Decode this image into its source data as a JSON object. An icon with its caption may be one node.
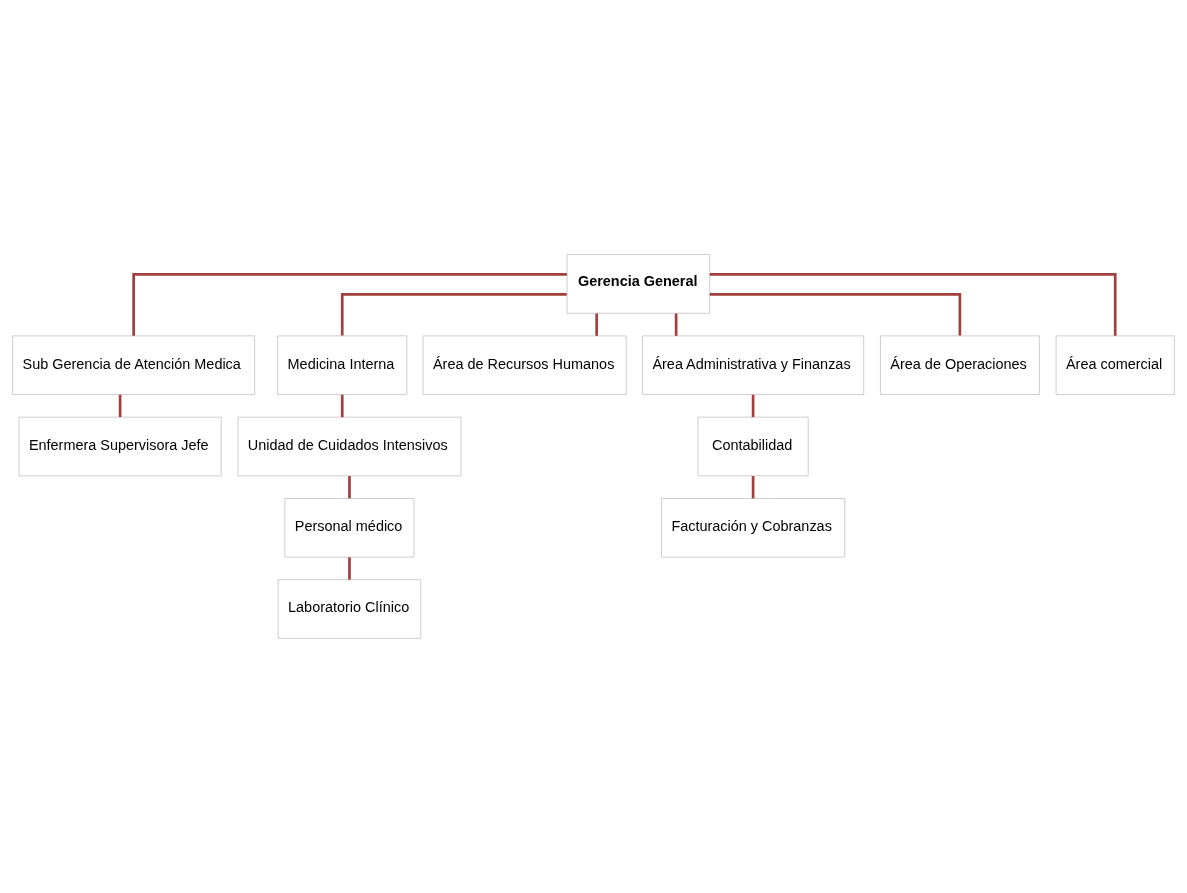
{
  "diagram": {
    "nodes": [
      {
        "text": [
          "Gerencia General"
        ]
      },
      {
        "text": [
          "Sub Gerencia de Atención Medica"
        ]
      },
      {
        "text": [
          "Enfermera Supervisora Jefe"
        ]
      },
      {
        "text": [
          "Medicina Interna"
        ]
      },
      {
        "text": [
          "Área de Recursos Humanos"
        ]
      },
      {
        "text": [
          "Área Administrativa y Finanzas"
        ]
      },
      {
        "text": [
          "Área de Operaciones"
        ]
      },
      {
        "text": [
          "Área comercial"
        ]
      },
      {
        "text": [
          "Unidad de Cuidados Intensivos"
        ]
      },
      {
        "text": [
          "Personal médico"
        ]
      },
      {
        "text": [
          "Laboratorio Clínico"
        ]
      },
      {
        "text": [
          "Contabilidad"
        ]
      },
      {
        "text": [
          "Facturación y Cobranzas"
        ]
      }
    ],
    "edges": [
      {
        "from": 0,
        "to": 1,
        "arrow": "none"
      },
      {
        "from": 1,
        "to": 2,
        "arrow": "none"
      },
      {
        "from": 0,
        "to": 3,
        "arrow": "none"
      },
      {
        "from": 0,
        "to": 4,
        "arrow": "none"
      },
      {
        "from": 0,
        "to": 5,
        "arrow": "none"
      },
      {
        "from": 0,
        "to": 6,
        "arrow": "none"
      },
      {
        "from": 0,
        "to": 7,
        "arrow": "none"
      },
      {
        "from": 3,
        "to": 8,
        "arrow": "none"
      },
      {
        "from": 8,
        "to": 9,
        "arrow": "none"
      },
      {
        "from": 9,
        "to": 10,
        "arrow": "none"
      },
      {
        "from": 5,
        "to": 11,
        "arrow": "none"
      },
      {
        "from": 11,
        "to": 12,
        "arrow": "none"
      }
    ]
  }
}
